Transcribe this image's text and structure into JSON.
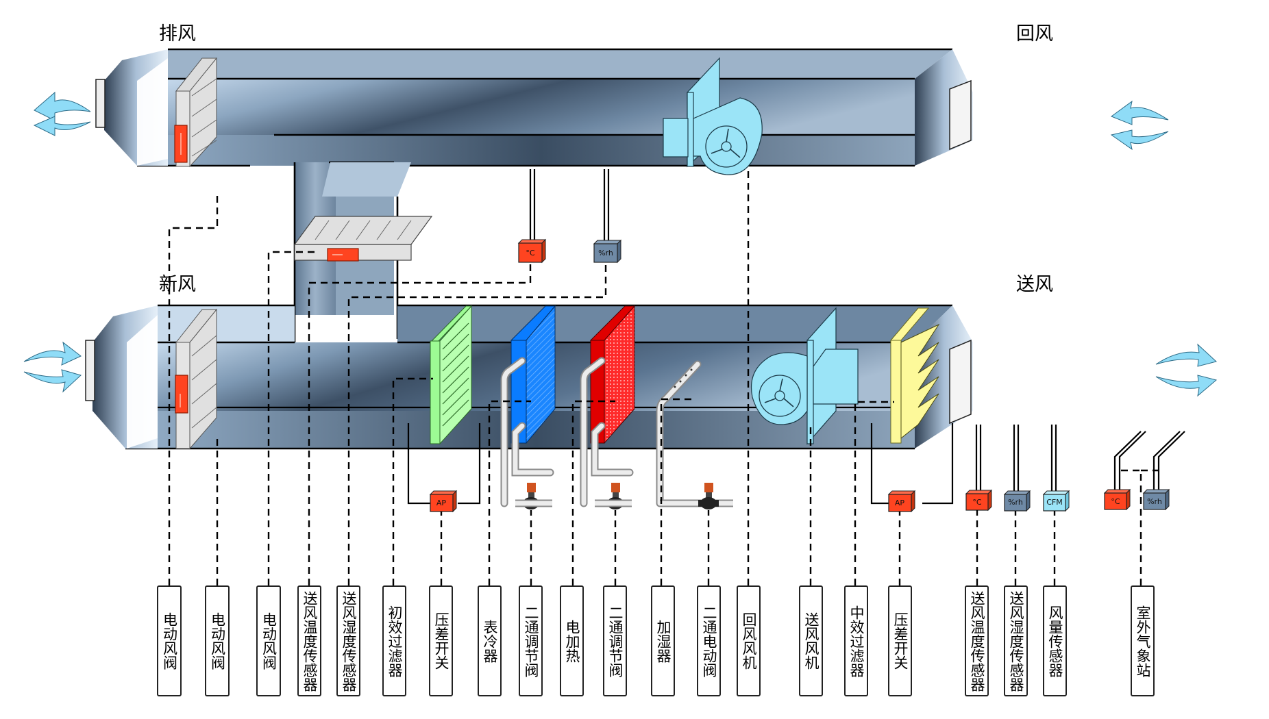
{
  "title": "空调机组控制原理图",
  "zones": {
    "exhaust": "排风",
    "return": "回风",
    "fresh": "新风",
    "supply": "送风"
  },
  "sensor_badges": {
    "temperature": "°C",
    "humidity": "%rh",
    "pressure": "AP",
    "airflow": "CFM"
  },
  "colors": {
    "duct_dark": "#3b4f66",
    "duct_light": "#a9bed3",
    "actuator_orange": "#ff4420",
    "humidity_gray": "#6f8aa6",
    "airflow_cyan": "#9be4f7",
    "fan_cyan": "#9be4f7",
    "coarse_filter_green": "#9dfb94",
    "cooling_coil_blue": "#0a7cff",
    "heating_coil_red": "#e00000",
    "medium_filter_yellow": "#fdf99a",
    "arrow_blue": "#8fdcf7"
  },
  "labels": [
    {
      "text": "电动风阀"
    },
    {
      "text": "电动风阀"
    },
    {
      "text": "电动风阀"
    },
    {
      "text": "送风温度传感器"
    },
    {
      "text": "送风湿度传感器"
    },
    {
      "text": "初效过滤器"
    },
    {
      "text": "压差开关"
    },
    {
      "text": "表冷器"
    },
    {
      "text": "二通调节阀"
    },
    {
      "text": "电加热"
    },
    {
      "text": "二通调节阀"
    },
    {
      "text": "加湿器"
    },
    {
      "text": "二通电动阀"
    },
    {
      "text": "回风风机"
    },
    {
      "text": "送风风机"
    },
    {
      "text": "中效过滤器"
    },
    {
      "text": "压差开关"
    },
    {
      "text": "送风温度传感器"
    },
    {
      "text": "送风湿度传感器"
    },
    {
      "text": "风量传感器"
    },
    {
      "text": "室外气象站"
    }
  ]
}
